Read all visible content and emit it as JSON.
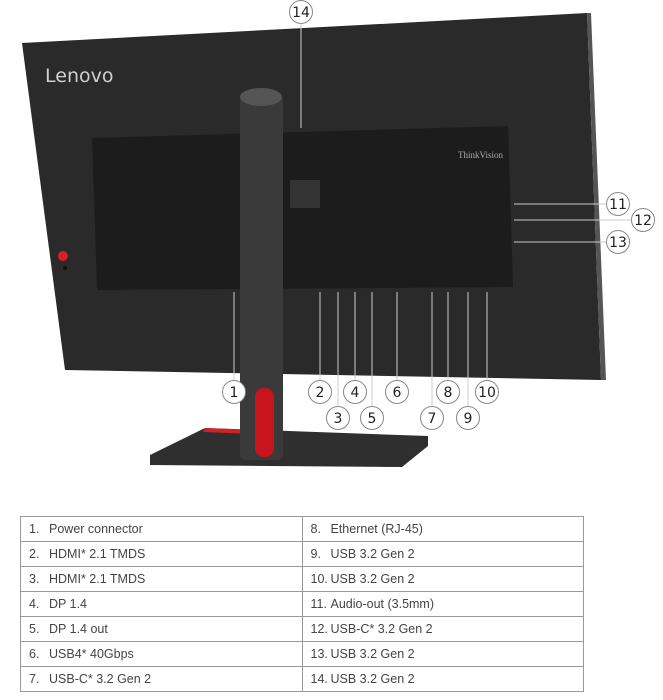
{
  "brand": {
    "logo": "Lenovo",
    "panel_logo": "ThinkVision"
  },
  "colors": {
    "body": "#2b2b2b",
    "accent": "#d42026",
    "panel": "#1e1e1e",
    "stand": "#3c3c3c"
  },
  "callouts": [
    "1",
    "2",
    "3",
    "4",
    "5",
    "6",
    "7",
    "8",
    "9",
    "10",
    "11",
    "12",
    "13",
    "14"
  ],
  "ports": [
    {
      "num": "1.",
      "label": "Power connector"
    },
    {
      "num": "2.",
      "label": "HDMI* 2.1 TMDS"
    },
    {
      "num": "3.",
      "label": "HDMI* 2.1 TMDS"
    },
    {
      "num": "4.",
      "label": "DP 1.4"
    },
    {
      "num": "5.",
      "label": "DP 1.4 out"
    },
    {
      "num": "6.",
      "label": "USB4* 40Gbps"
    },
    {
      "num": "7.",
      "label": "USB-C* 3.2 Gen 2"
    },
    {
      "num": "8.",
      "label": "Ethernet (RJ-45)"
    },
    {
      "num": "9.",
      "label": "USB 3.2 Gen 2"
    },
    {
      "num": "10.",
      "label": "USB 3.2 Gen 2"
    },
    {
      "num": "11.",
      "label": "Audio-out (3.5mm)"
    },
    {
      "num": "12.",
      "label": "USB-C* 3.2 Gen 2"
    },
    {
      "num": "13.",
      "label": "USB 3.2 Gen 2"
    },
    {
      "num": "14.",
      "label": "USB 3.2 Gen 2"
    }
  ]
}
